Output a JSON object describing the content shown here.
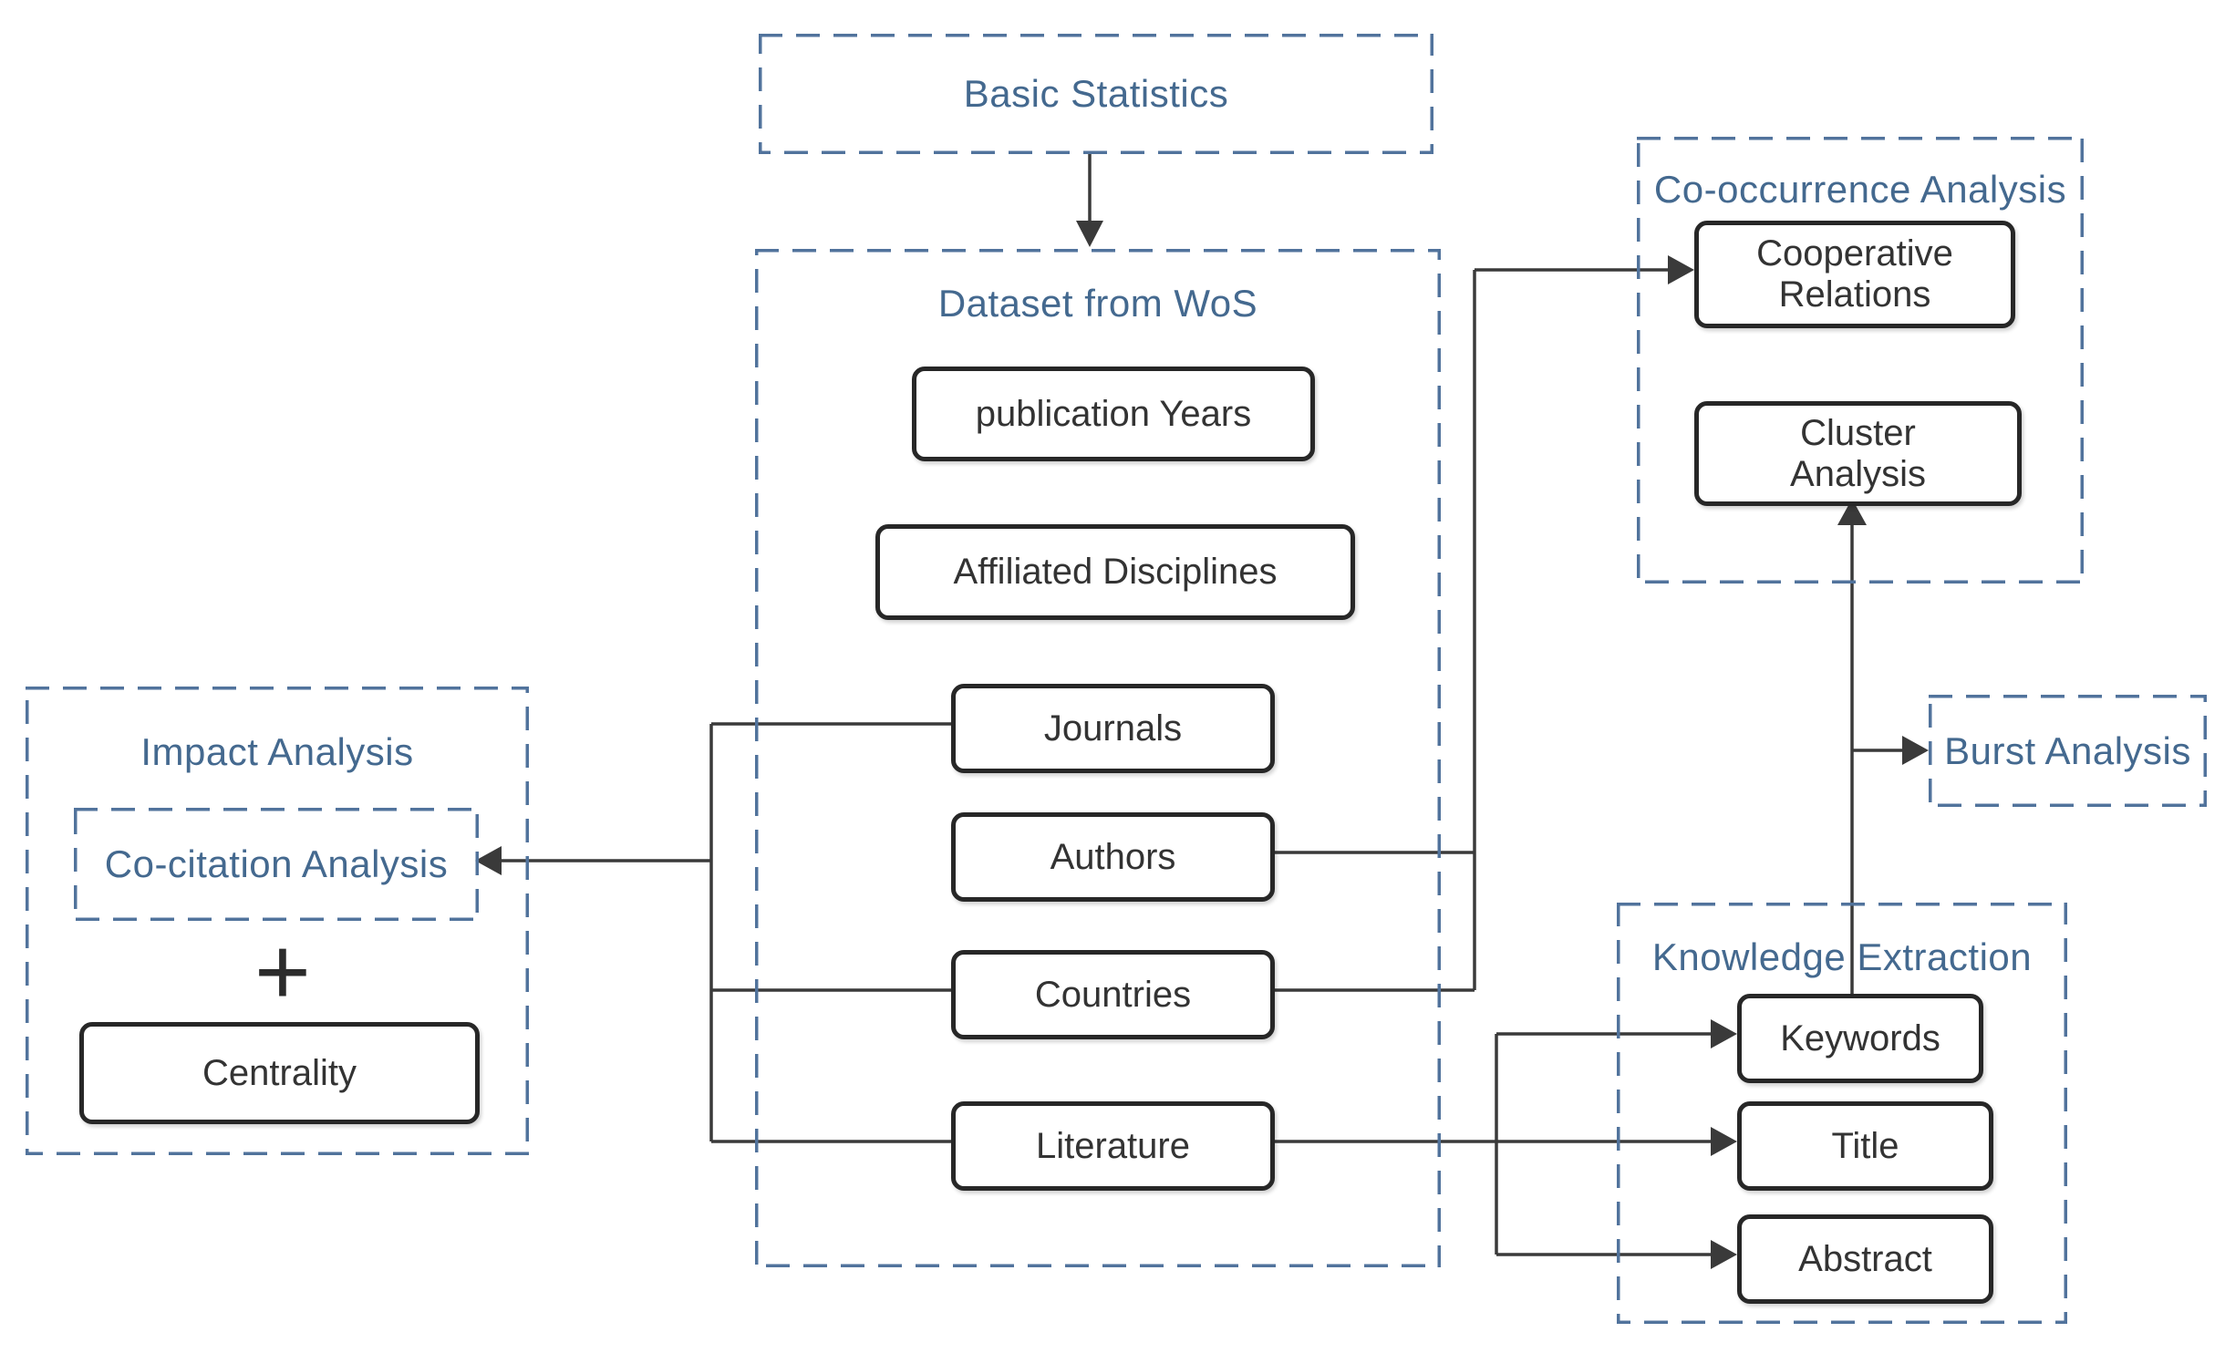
{
  "colors": {
    "accent_blue": "#44698f",
    "dashed_border": "#51739c",
    "box_border": "#272727",
    "line_color": "#3a3a3a",
    "node_text": "#333333",
    "plus_color": "#2b2b2b",
    "bg": "#ffffff"
  },
  "containers": {
    "basic_statistics": {
      "title": "Basic Statistics"
    },
    "dataset_wos": {
      "title": "Dataset from WoS"
    },
    "co_occurrence": {
      "title": "Co-occurrence Analysis"
    },
    "burst_analysis": {
      "title": "Burst Analysis"
    },
    "knowledge_extraction": {
      "title": "Knowledge Extraction"
    },
    "impact_analysis": {
      "title": "Impact Analysis"
    },
    "co_citation": {
      "title": "Co-citation Analysis"
    }
  },
  "nodes": {
    "publication_years": {
      "label": "publication Years"
    },
    "affiliated_disciplines": {
      "label": "Affiliated Disciplines"
    },
    "journals": {
      "label": "Journals"
    },
    "authors": {
      "label": "Authors"
    },
    "countries": {
      "label": "Countries"
    },
    "literature": {
      "label": "Literature"
    },
    "cooperative_relations": {
      "label": "Cooperative Relations"
    },
    "cluster_analysis": {
      "label": "Cluster Analysis"
    },
    "keywords": {
      "label": "Keywords"
    },
    "title": {
      "label": "Title"
    },
    "abstract": {
      "label": "Abstract"
    },
    "centrality": {
      "label": "Centrality"
    }
  },
  "operators": {
    "plus": "+"
  }
}
